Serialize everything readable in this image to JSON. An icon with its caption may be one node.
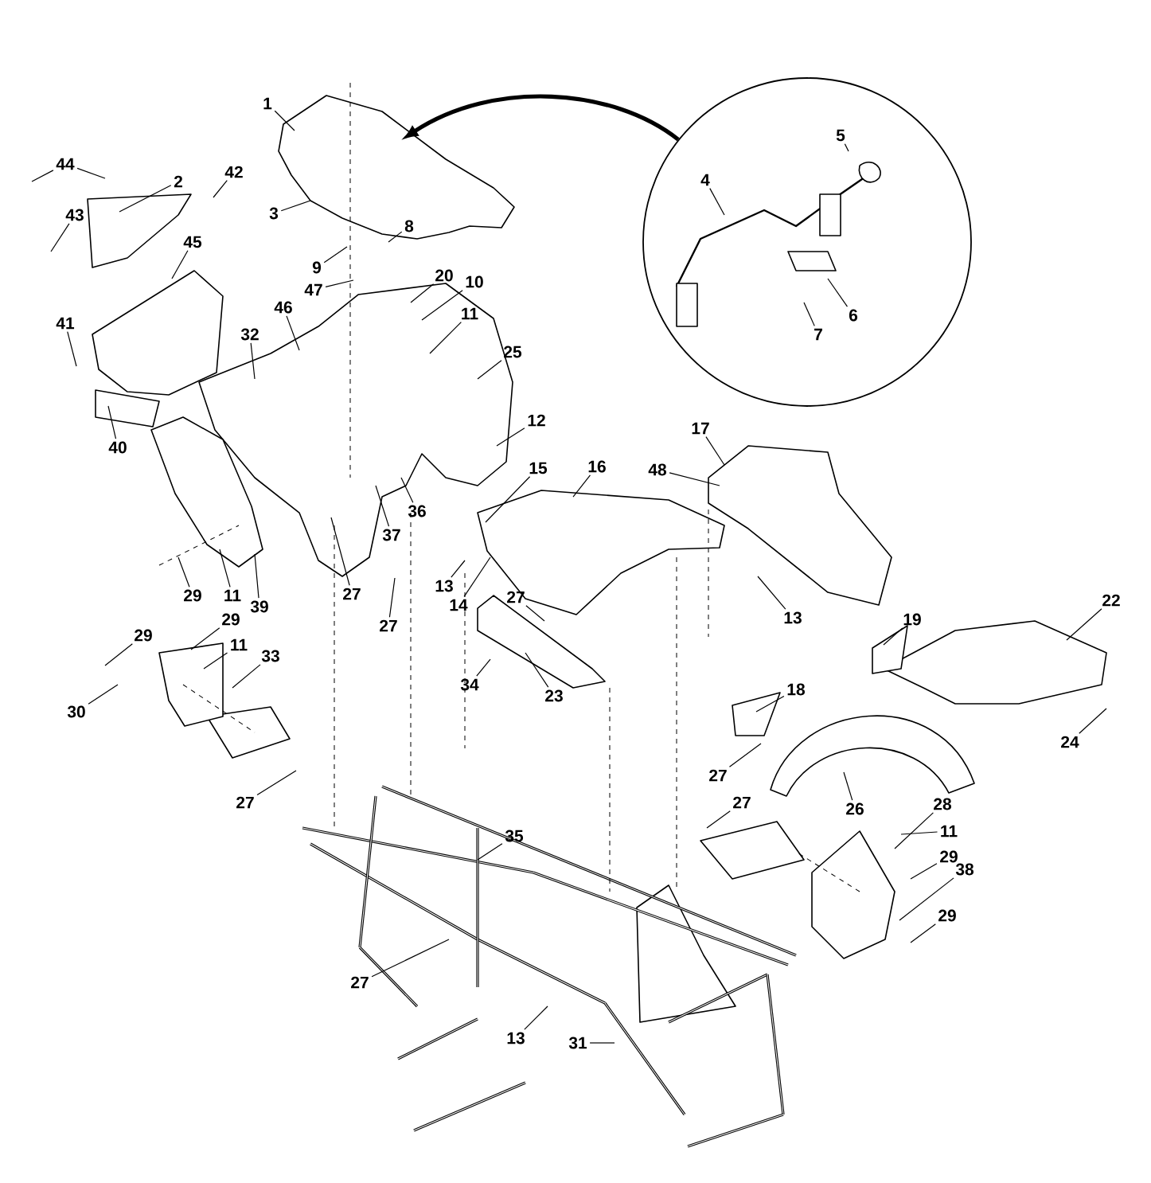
{
  "diagram": {
    "nodes": [
      {
        "text": [],
        "shape": "circle"
      },
      {
        "text": [
          "1"
        ]
      },
      {
        "text": [
          "44"
        ]
      },
      {
        "text": [
          "2"
        ]
      },
      {
        "text": [
          "42"
        ]
      },
      {
        "text": [
          "4"
        ],
        "in": 0
      },
      {
        "text": [
          "5"
        ],
        "in": 0
      },
      {
        "text": [
          "43"
        ]
      },
      {
        "text": [
          "3"
        ]
      },
      {
        "text": [
          "8"
        ]
      },
      {
        "text": [
          "45"
        ]
      },
      {
        "text": [
          "9"
        ]
      },
      {
        "text": [
          "47"
        ]
      },
      {
        "text": [
          "20"
        ]
      },
      {
        "text": [
          "10"
        ]
      },
      {
        "text": [
          "6"
        ],
        "in": 0
      },
      {
        "text": [
          "7"
        ],
        "in": 0
      },
      {
        "text": [
          "11"
        ]
      },
      {
        "text": [
          "46"
        ]
      },
      {
        "text": [
          "41"
        ]
      },
      {
        "text": [
          "32"
        ]
      },
      {
        "text": [
          "25"
        ]
      },
      {
        "text": [
          "12"
        ]
      },
      {
        "text": [
          "17"
        ]
      },
      {
        "text": [
          "40"
        ]
      },
      {
        "text": [
          "16"
        ]
      },
      {
        "text": [
          "15"
        ]
      },
      {
        "text": [
          "48"
        ]
      },
      {
        "text": [
          "36"
        ]
      },
      {
        "text": [
          "37"
        ]
      },
      {
        "text": [
          "13"
        ]
      },
      {
        "text": [
          "29"
        ]
      },
      {
        "text": [
          "11"
        ]
      },
      {
        "text": [
          "27"
        ]
      },
      {
        "text": [
          "27"
        ]
      },
      {
        "text": [
          "14"
        ]
      },
      {
        "text": [
          "39"
        ]
      },
      {
        "text": [
          "13"
        ]
      },
      {
        "text": [
          "19"
        ]
      },
      {
        "text": [
          "22"
        ]
      },
      {
        "text": [
          "27"
        ]
      },
      {
        "text": [
          "29"
        ]
      },
      {
        "text": [
          "29"
        ]
      },
      {
        "text": [
          "11"
        ]
      },
      {
        "text": [
          "33"
        ]
      },
      {
        "text": [
          "34"
        ]
      },
      {
        "text": [
          "18"
        ]
      },
      {
        "text": [
          "23"
        ]
      },
      {
        "text": [
          "30"
        ]
      },
      {
        "text": [
          "24"
        ]
      },
      {
        "text": [
          "27"
        ]
      },
      {
        "text": [
          "27"
        ]
      },
      {
        "text": [
          "27"
        ]
      },
      {
        "text": [
          "28"
        ]
      },
      {
        "text": [
          "26"
        ]
      },
      {
        "text": [
          "11"
        ]
      },
      {
        "text": [
          "35"
        ]
      },
      {
        "text": [
          "29"
        ]
      },
      {
        "text": [
          "38"
        ]
      },
      {
        "text": [
          "29"
        ]
      },
      {
        "text": [
          "27"
        ]
      },
      {
        "text": [
          "13"
        ]
      },
      {
        "text": [
          "31"
        ]
      }
    ],
    "edges": [
      {
        "from": 1,
        "to": null,
        "arrow": "none"
      },
      {
        "from": 2,
        "to": null,
        "arrow": "none"
      },
      {
        "from": 2,
        "to": null,
        "arrow": "none"
      },
      {
        "from": 3,
        "to": null,
        "arrow": "none"
      },
      {
        "from": 4,
        "to": null,
        "arrow": "none"
      },
      {
        "from": 5,
        "to": null,
        "arrow": "none"
      },
      {
        "from": 6,
        "to": null,
        "arrow": "none"
      },
      {
        "from": 7,
        "to": null,
        "arrow": "none"
      },
      {
        "from": 8,
        "to": null,
        "arrow": "none"
      },
      {
        "from": 9,
        "to": null,
        "arrow": "none"
      },
      {
        "from": 10,
        "to": null,
        "arrow": "none"
      },
      {
        "from": 11,
        "to": null,
        "arrow": "none"
      },
      {
        "from": 12,
        "to": null,
        "arrow": "none"
      },
      {
        "from": 13,
        "to": null,
        "arrow": "none"
      },
      {
        "from": 14,
        "to": null,
        "arrow": "none"
      },
      {
        "from": 15,
        "to": null,
        "arrow": "none"
      },
      {
        "from": 16,
        "to": null,
        "arrow": "none"
      },
      {
        "from": 17,
        "to": null,
        "arrow": "none"
      },
      {
        "from": 18,
        "to": null,
        "arrow": "none"
      },
      {
        "from": 19,
        "to": null,
        "arrow": "none"
      },
      {
        "from": 20,
        "to": null,
        "arrow": "none"
      },
      {
        "from": 21,
        "to": null,
        "arrow": "none"
      },
      {
        "from": 22,
        "to": null,
        "arrow": "none"
      },
      {
        "from": 23,
        "to": null,
        "arrow": "none"
      },
      {
        "from": 24,
        "to": null,
        "arrow": "none"
      },
      {
        "from": 25,
        "to": null,
        "arrow": "none"
      },
      {
        "from": 26,
        "to": null,
        "arrow": "none"
      },
      {
        "from": 27,
        "to": null,
        "arrow": "none"
      },
      {
        "from": 28,
        "to": null,
        "arrow": "none"
      },
      {
        "from": 29,
        "to": null,
        "arrow": "none"
      },
      {
        "from": 30,
        "to": null,
        "arrow": "none"
      },
      {
        "from": 31,
        "to": null,
        "arrow": "none"
      },
      {
        "from": 32,
        "to": null,
        "arrow": "none"
      },
      {
        "from": 33,
        "to": null,
        "arrow": "none"
      },
      {
        "from": 34,
        "to": null,
        "arrow": "none"
      },
      {
        "from": 35,
        "to": null,
        "arrow": "none"
      },
      {
        "from": 36,
        "to": null,
        "arrow": "none"
      },
      {
        "from": 37,
        "to": null,
        "arrow": "none"
      },
      {
        "from": 38,
        "to": null,
        "arrow": "none"
      },
      {
        "from": 39,
        "to": null,
        "arrow": "none"
      },
      {
        "from": 40,
        "to": null,
        "arrow": "none"
      },
      {
        "from": 41,
        "to": null,
        "arrow": "none"
      },
      {
        "from": 42,
        "to": null,
        "arrow": "none"
      },
      {
        "from": 43,
        "to": null,
        "arrow": "none"
      },
      {
        "from": 44,
        "to": null,
        "arrow": "none"
      },
      {
        "from": 45,
        "to": null,
        "arrow": "none"
      },
      {
        "from": 46,
        "to": null,
        "arrow": "none"
      },
      {
        "from": 47,
        "to": null,
        "arrow": "none"
      },
      {
        "from": 48,
        "to": null,
        "arrow": "none"
      },
      {
        "from": 49,
        "to": null,
        "arrow": "none"
      },
      {
        "from": 50,
        "to": null,
        "arrow": "none"
      },
      {
        "from": 51,
        "to": null,
        "arrow": "none"
      },
      {
        "from": 52,
        "to": null,
        "arrow": "none"
      },
      {
        "from": 53,
        "to": null,
        "arrow": "none"
      },
      {
        "from": 54,
        "to": null,
        "arrow": "none"
      },
      {
        "from": 55,
        "to": null,
        "arrow": "none"
      },
      {
        "from": 56,
        "to": null,
        "arrow": "none"
      },
      {
        "from": 57,
        "to": null,
        "arrow": "none"
      },
      {
        "from": 58,
        "to": null,
        "arrow": "none"
      },
      {
        "from": 59,
        "to": null,
        "arrow": "none"
      },
      {
        "from": 60,
        "to": null,
        "arrow": "none"
      },
      {
        "from": 61,
        "to": null,
        "arrow": "none"
      },
      {
        "from": 62,
        "to": null,
        "arrow": "none"
      },
      {
        "from": 0,
        "to": null,
        "arrow": "to",
        "style": "thick"
      }
    ]
  }
}
